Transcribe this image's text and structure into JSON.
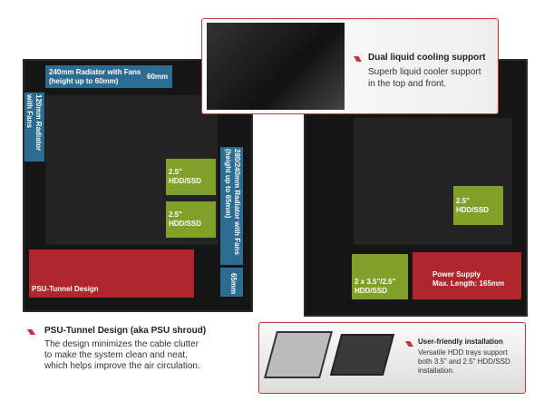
{
  "left_case": {
    "top_radiator": "240mm Radiator with Fans",
    "top_radiator_sub": "(height up to 60mm)",
    "top_height": "60mm",
    "rear_radiator": "120mm Radiator with Fans",
    "hdd1": [
      "2.5\"",
      "HDD/SSD"
    ],
    "hdd2": [
      "2.5\"",
      "HDD/SSD"
    ],
    "front_radiator": "280/240mm Radiator with Fans (height up to 65mm)",
    "front_depth": "65mm",
    "psu_tunnel": "PSU-Tunnel Design"
  },
  "right_case": {
    "hdd": [
      "2.5\"",
      "HDD/SSD"
    ],
    "hdd_bay": [
      "2 x 3.5\"/2.5\"",
      "HDD/SSD"
    ],
    "psu": [
      "Power Supply",
      "Max. Length: 165mm"
    ]
  },
  "cooling_callout": {
    "title": "Dual liquid cooling support",
    "desc": [
      "Superb liquid cooler support",
      "in the top and front."
    ]
  },
  "psu_feature": {
    "title": "PSU-Tunnel Design (aka PSU shroud)",
    "desc": [
      "The design minimizes the cable clutter",
      "to make the system clean and neat,",
      "which helps improve the air circulation."
    ]
  },
  "install_callout": {
    "title": "User-friendly installation",
    "desc": [
      "Versatile HDD trays support",
      "both 3.5\" and 2.5\" HDD/SSD",
      "installation."
    ]
  },
  "colors": {
    "accent": "#c8343b",
    "blue": "#2c6c93",
    "green": "#7fa12a",
    "red": "#b0262c"
  }
}
